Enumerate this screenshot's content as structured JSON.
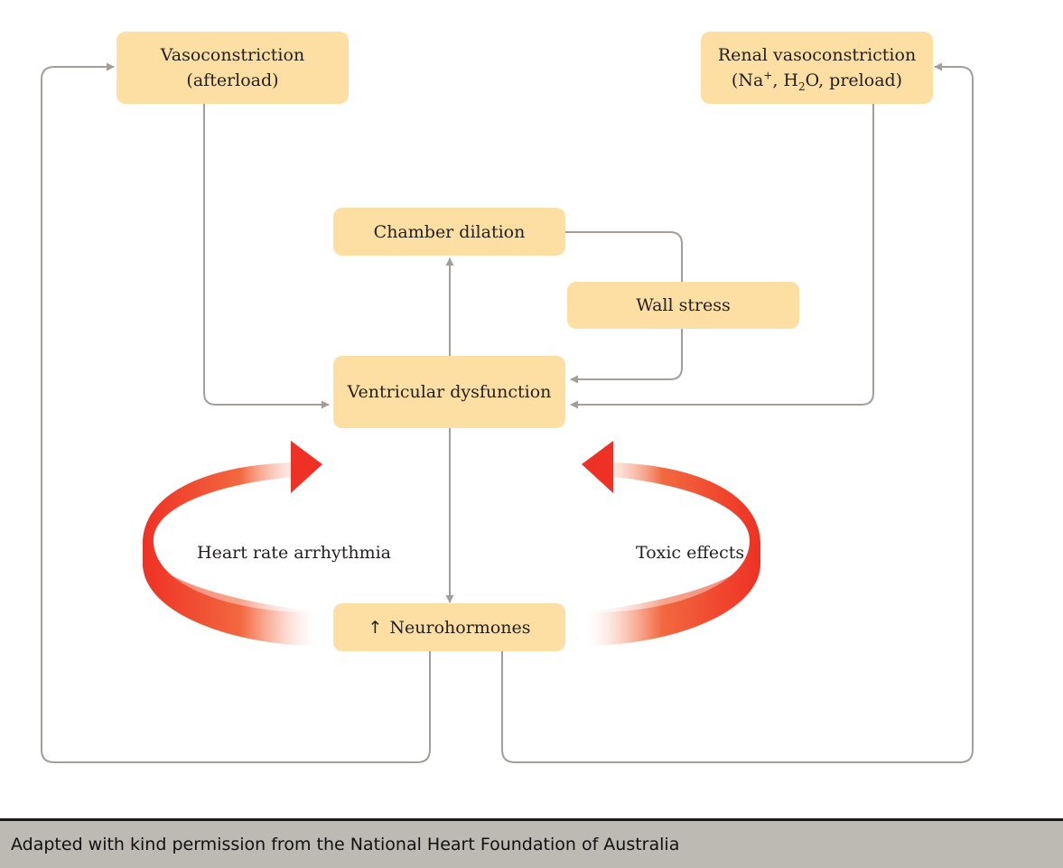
{
  "nodes": {
    "vasoconstriction": {
      "line1": "Vasoconstriction",
      "line2": "(afterload)"
    },
    "renal": {
      "line1": "Renal vasoconstriction",
      "line2_parts": [
        "(Na",
        "+",
        ", H",
        "2",
        "O, preload)"
      ]
    },
    "chamber_dilation": "Chamber dilation",
    "wall_stress": "Wall stress",
    "ventricular_dysfunction": "Ventricular dysfunction",
    "neurohormones": {
      "arrow": "↑",
      "text": "Neurohormones"
    }
  },
  "loop_labels": {
    "left": "Heart rate arrhythmia",
    "right": "Toxic effects"
  },
  "colors": {
    "box_fill": "#fddea3",
    "connector": "#a59e98",
    "loop_red": "#ee3124",
    "footer_bg": "#bdb9b3"
  },
  "footer": "Adapted with kind permission from the National Heart Foundation of Australia"
}
